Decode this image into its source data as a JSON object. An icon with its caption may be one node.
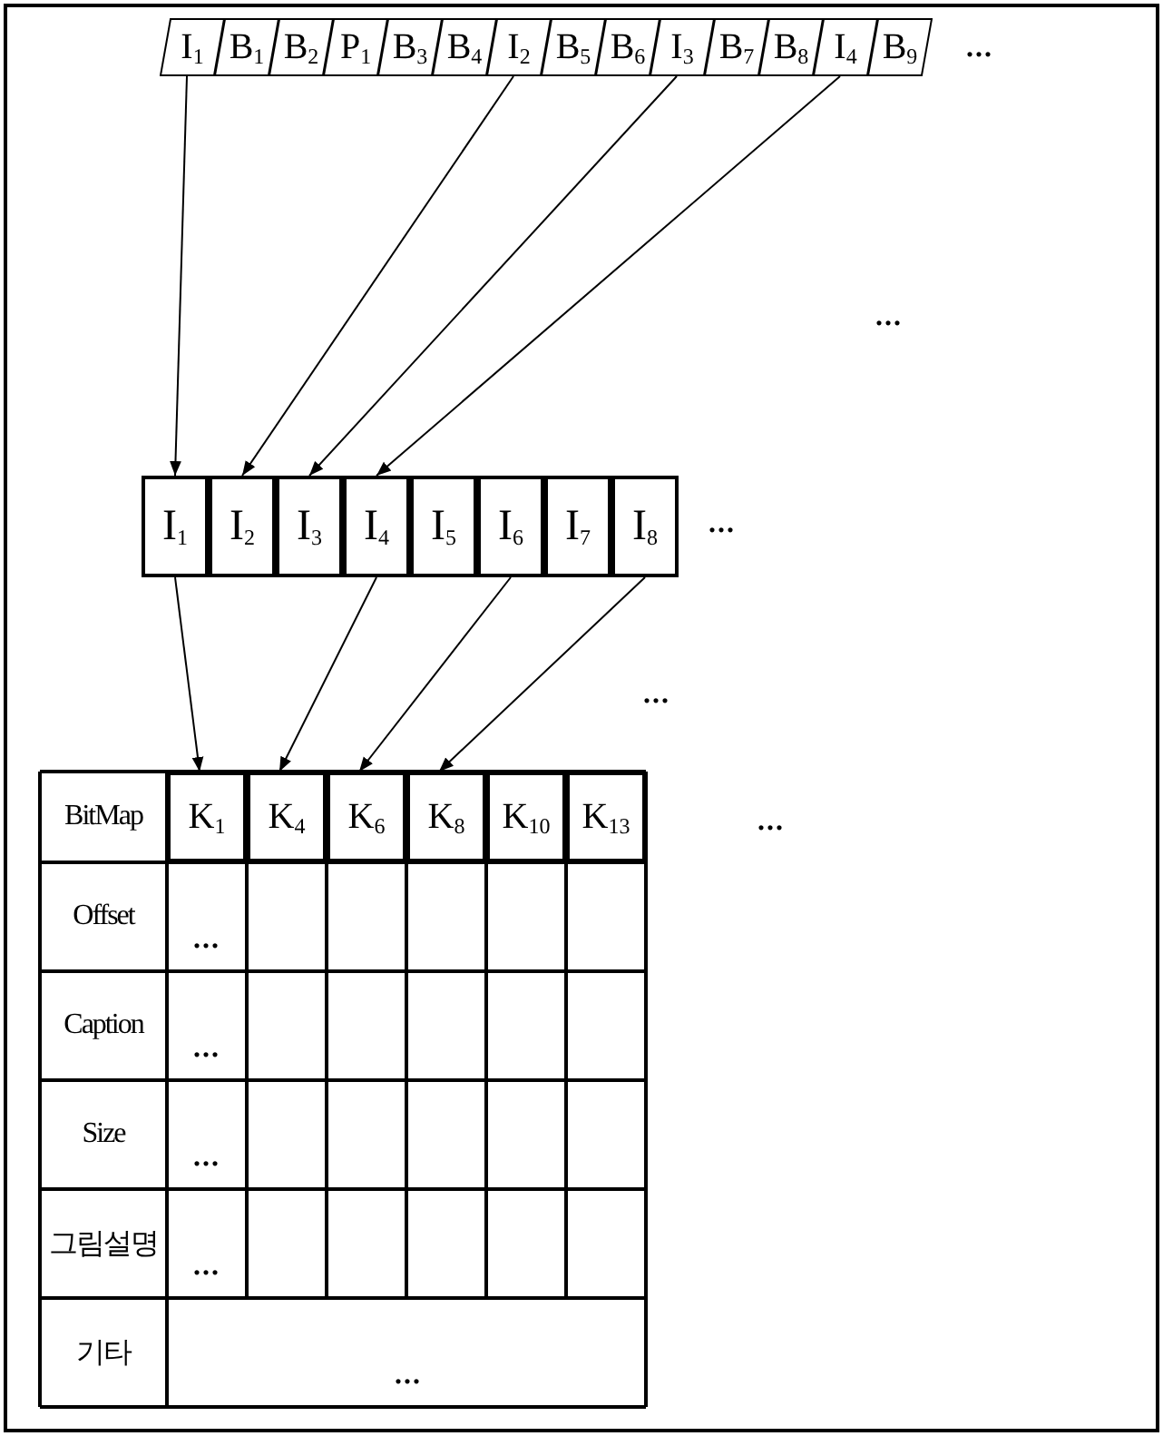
{
  "diagram": {
    "nodes": [
      {
        "text": [
          "I$_{1}$"
        ]
      },
      {
        "text": [
          "B$_{1}$"
        ]
      },
      {
        "text": [
          "B$_{2}$"
        ]
      },
      {
        "text": [
          "P$_{1}$"
        ]
      },
      {
        "text": [
          "B$_{3}$"
        ]
      },
      {
        "text": [
          "B$_{4}$"
        ]
      },
      {
        "text": [
          "I$_{2}$"
        ]
      },
      {
        "text": [
          "B$_{5}$"
        ]
      },
      {
        "text": [
          "B$_{6}$"
        ]
      },
      {
        "text": [
          "I$_{3}$"
        ]
      },
      {
        "text": [
          "B$_{7}$"
        ]
      },
      {
        "text": [
          "B$_{8}$"
        ]
      },
      {
        "text": [
          "I$_{4}$"
        ]
      },
      {
        "text": [
          "B$_{9}$"
        ]
      },
      {
        "text": [
          "I$_{1}$"
        ]
      },
      {
        "text": [
          "I$_{2}$"
        ]
      },
      {
        "text": [
          "I$_{3}$"
        ]
      },
      {
        "text": [
          "I$_{4}$"
        ]
      },
      {
        "text": [
          "I$_{5}$"
        ]
      },
      {
        "text": [
          "I$_{6}$"
        ]
      },
      {
        "text": [
          "I$_{7}$"
        ]
      },
      {
        "text": [
          "I$_{8}$"
        ]
      },
      {
        "text": [
          "K$_{1}$"
        ]
      },
      {
        "text": [
          "K$_{4}$"
        ]
      },
      {
        "text": [
          "K$_{6}$"
        ]
      },
      {
        "text": [
          "K$_{8}$"
        ]
      },
      {
        "text": [
          "K$_{10}$"
        ]
      },
      {
        "text": [
          "K$_{13}$"
        ]
      }
    ],
    "edges": [
      {
        "from": 0,
        "to": 14,
        "arrow": "to"
      },
      {
        "from": 6,
        "to": 15,
        "arrow": "to"
      },
      {
        "from": 9,
        "to": 16,
        "arrow": "to"
      },
      {
        "from": 12,
        "to": 17,
        "arrow": "to"
      },
      {
        "from": 14,
        "to": 22,
        "arrow": "to"
      },
      {
        "from": 17,
        "to": 23,
        "arrow": "to"
      },
      {
        "from": 19,
        "to": 24,
        "arrow": "to"
      },
      {
        "from": 21,
        "to": 25,
        "arrow": "to"
      }
    ],
    "labels": [
      "...",
      "...",
      "...",
      "...",
      "BitMap",
      "Offset",
      "...",
      "...",
      "Caption",
      "...",
      "Size",
      "...",
      "그림설명",
      "...",
      "기타",
      "..."
    ]
  }
}
